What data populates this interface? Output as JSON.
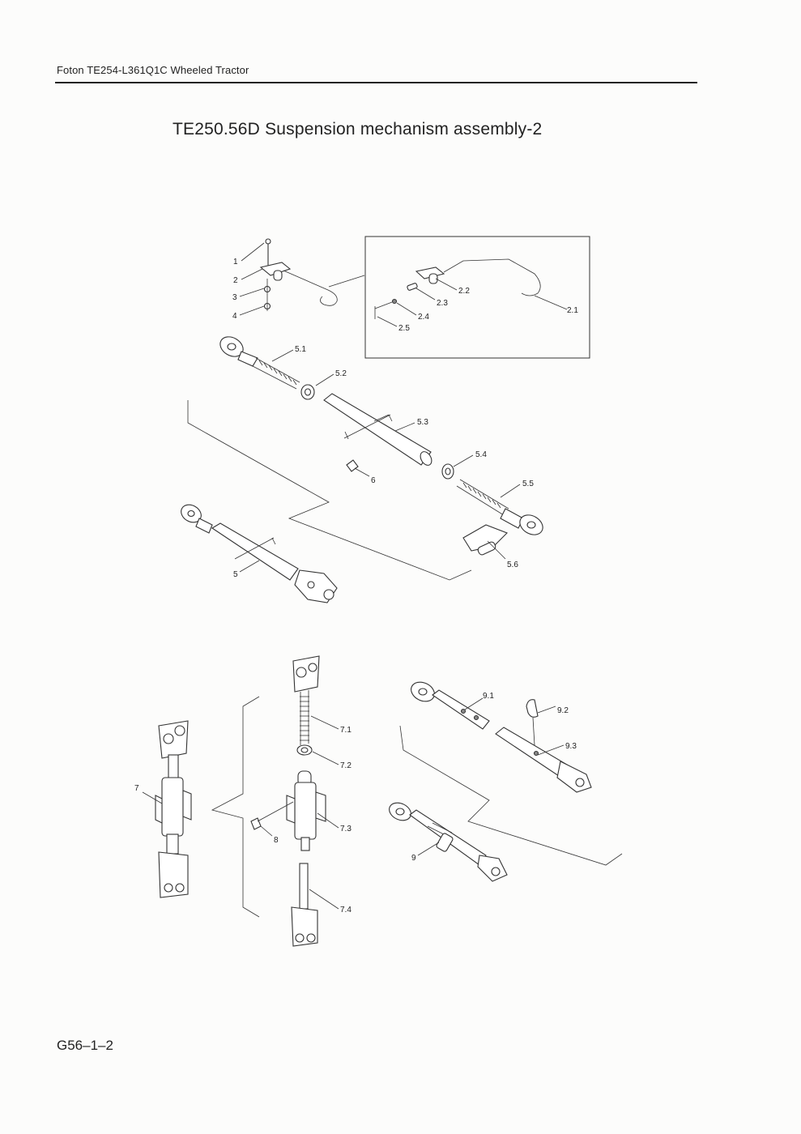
{
  "header": {
    "text": "Foton TE254-L361Q1C Wheeled Tractor"
  },
  "title": "TE250.56D  Suspension mechanism assembly-2",
  "footer": {
    "page_code": "G56–1–2"
  },
  "callouts": {
    "c1": "1",
    "c2": "2",
    "c3": "3",
    "c4": "4",
    "c2_1": "2.1",
    "c2_2": "2.2",
    "c2_3": "2.3",
    "c2_4": "2.4",
    "c2_5": "2.5",
    "c5": "5",
    "c5_1": "5.1",
    "c5_2": "5.2",
    "c5_3": "5.3",
    "c5_4": "5.4",
    "c5_5": "5.5",
    "c5_6": "5.6",
    "c6": "6",
    "c7": "7",
    "c7_1": "7.1",
    "c7_2": "7.2",
    "c7_3": "7.3",
    "c7_4": "7.4",
    "c8": "8",
    "c9": "9",
    "c9_1": "9.1",
    "c9_2": "9.2",
    "c9_3": "9.3"
  }
}
